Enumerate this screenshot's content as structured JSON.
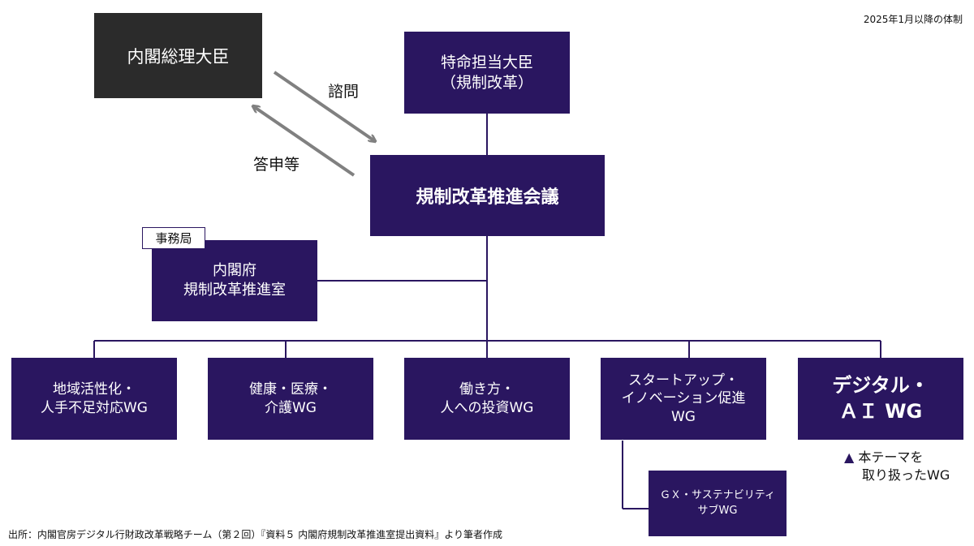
{
  "note": "2025年1月以降の体制",
  "pm_box": "内閣総理大臣",
  "minister_box": [
    "特命担当大臣",
    "（規制改革）"
  ],
  "council_box": "規制改革推進会議",
  "consult_label": "諮問",
  "report_label": "答申等",
  "secretariat_tag": "事務局",
  "office_box": [
    "内閣府",
    "規制改革推進室"
  ],
  "wgs": [
    {
      "lines": [
        "地域活性化・",
        "人手不足対応WG"
      ]
    },
    {
      "lines": [
        "健康・医療・",
        "介護WG"
      ]
    },
    {
      "lines": [
        "働き方・",
        "人への投資WG"
      ]
    },
    {
      "lines": [
        "スタートアップ・",
        "イノベーション促進",
        "WG"
      ]
    },
    {
      "lines": [
        "デジタル・",
        "ＡＩ WG"
      ]
    }
  ],
  "sub_wg": [
    "ＧＸ・サステナビリティ",
    "サブWG"
  ],
  "legend": {
    "marker": "▲",
    "lines": [
      "本テーマを",
      "取り扱ったWG"
    ]
  },
  "source": "出所：内閣官房デジタル行財政改革戦略チーム（第２回）『資料５ 内閣府規制改革推進室提出資料』より筆者作成",
  "colors": {
    "primary": "#2a1660",
    "dark": "#2b2b2b",
    "arrow": "#808080"
  }
}
